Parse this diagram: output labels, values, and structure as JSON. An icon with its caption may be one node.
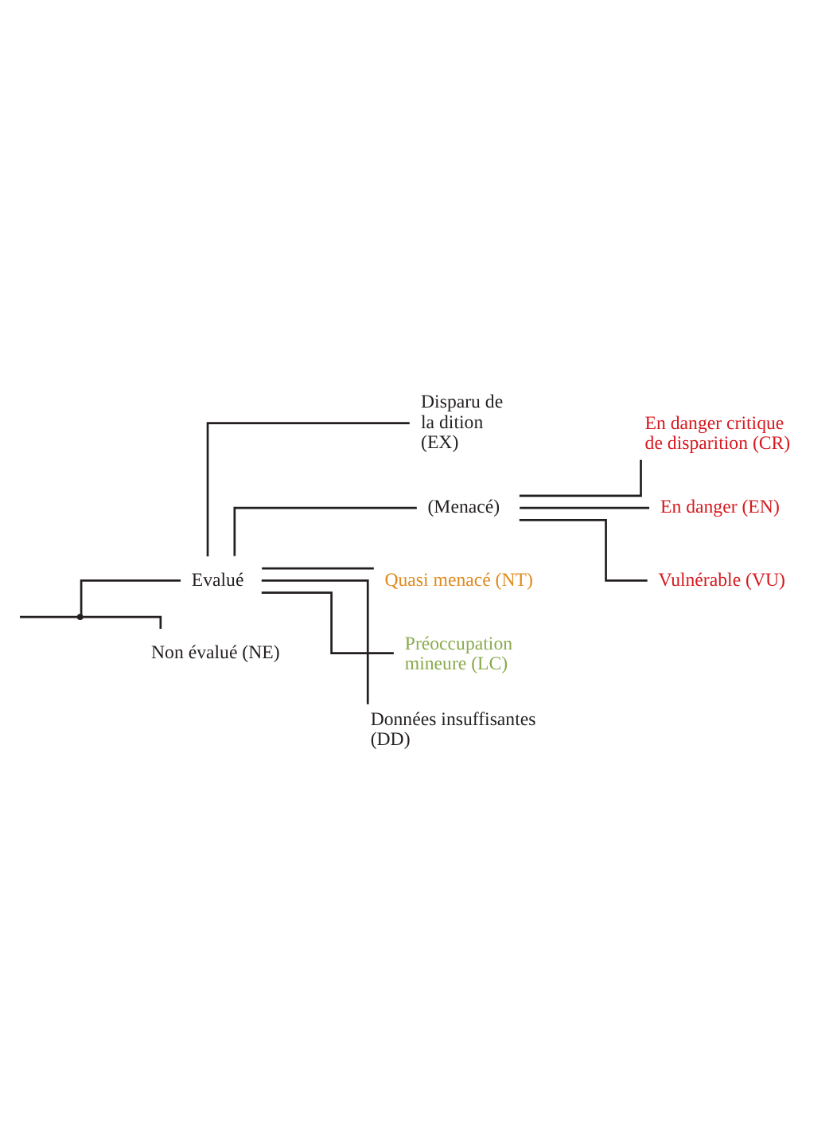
{
  "diagram": {
    "nodes": [
      {
        "text": [],
        "shape": "point"
      },
      {
        "text": [
          "Evalué"
        ]
      },
      {
        "text": [
          "Disparu de la dition (EX)"
        ]
      },
      {
        "text": [
          "(Menacé)"
        ]
      },
      {
        "text": [
          "En danger critique de disparition (CR)"
        ]
      },
      {
        "text": [
          "En danger (EN)"
        ]
      },
      {
        "text": [
          "Vulnérable (VU)"
        ]
      },
      {
        "text": [
          "Quasi menacé (NT)"
        ]
      },
      {
        "text": [
          "Préoccupation mineure (LC)"
        ]
      },
      {
        "text": [
          "Données insuffisantes (DD)"
        ]
      },
      {
        "text": [
          "Non évalué (NE)"
        ]
      }
    ],
    "edges": [
      {
        "from": null,
        "to": 0,
        "arrow": "none"
      },
      {
        "from": 0,
        "to": 1,
        "arrow": "none"
      },
      {
        "from": 0,
        "to": 10,
        "arrow": "none"
      },
      {
        "from": 1,
        "to": 2,
        "arrow": "none"
      },
      {
        "from": 1,
        "to": 3,
        "arrow": "none"
      },
      {
        "from": 1,
        "to": 7,
        "arrow": "none"
      },
      {
        "from": 1,
        "to": 8,
        "arrow": "none"
      },
      {
        "from": 1,
        "to": 9,
        "arrow": "none"
      },
      {
        "from": 3,
        "to": 4,
        "arrow": "none"
      },
      {
        "from": 3,
        "to": 5,
        "arrow": "none"
      },
      {
        "from": 3,
        "to": 6,
        "arrow": "none"
      }
    ]
  }
}
